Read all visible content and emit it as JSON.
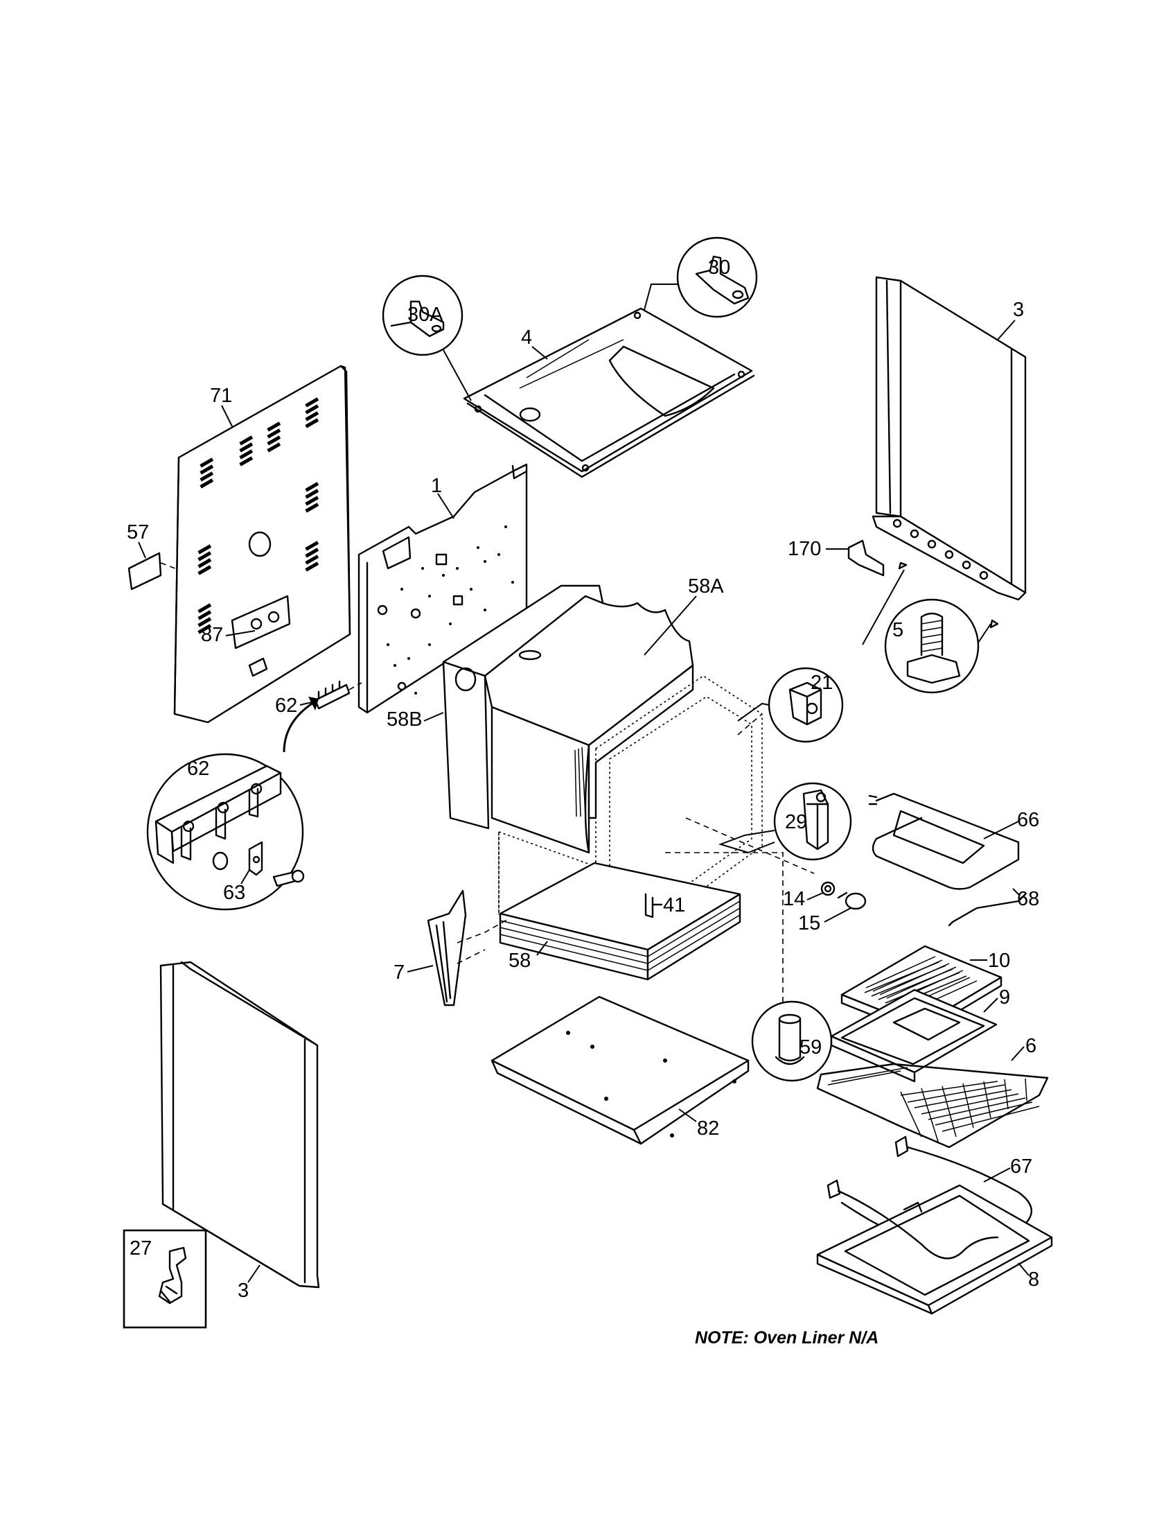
{
  "labels": {
    "p1": "1",
    "p3_top": "3",
    "p3_bottom": "3",
    "p4": "4",
    "p5": "5",
    "p6": "6",
    "p7": "7",
    "p8": "8",
    "p9": "9",
    "p10": "10",
    "p14": "14",
    "p15": "15",
    "p21": "21",
    "p27": "27",
    "p29": "29",
    "p30": "30",
    "p30a": "30A",
    "p41": "41",
    "p57": "57",
    "p58": "58",
    "p58a": "58A",
    "p58b": "58B",
    "p59": "59",
    "p62_small": "62",
    "p62_circle": "62",
    "p63": "63",
    "p66": "66",
    "p67": "67",
    "p68": "68",
    "p71": "71",
    "p82": "82",
    "p87": "87",
    "p170": "170"
  },
  "note": "NOTE:  Oven Liner N/A"
}
